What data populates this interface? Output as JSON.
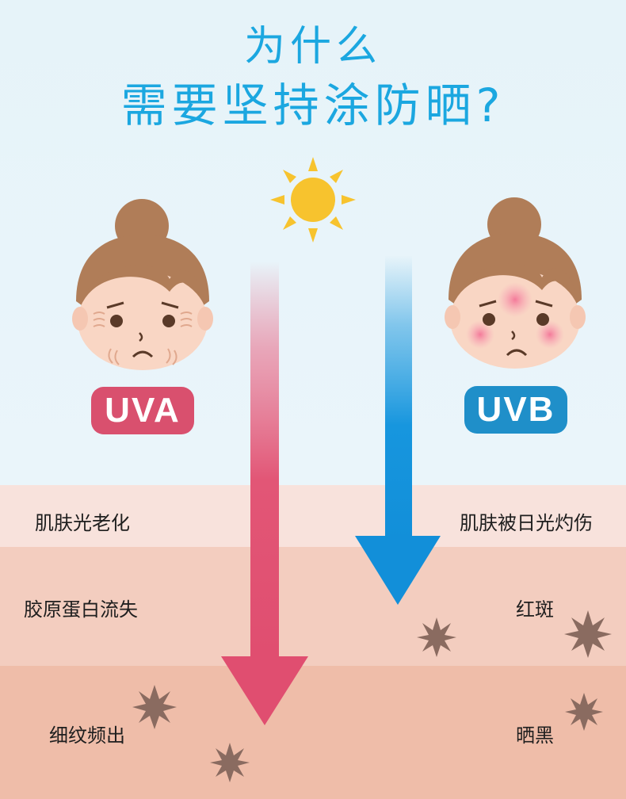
{
  "title": {
    "line1": "为什么",
    "line2": "需要坚持涂防晒?"
  },
  "uva": {
    "badge": "UVA",
    "color": "#d9506e",
    "effects": [
      "肌肤光老化",
      "胶原蛋白流失",
      "细纹频出"
    ]
  },
  "uvb": {
    "badge": "UVB",
    "color": "#1f8fc9",
    "effects": [
      "肌肤被日光灼伤",
      "红斑",
      "晒黑"
    ]
  },
  "colors": {
    "title": "#1ba7e0",
    "sun": "#f7c32e",
    "skin_layers": [
      "#f8e2dc",
      "#f3cdbf",
      "#efbda9"
    ],
    "spot": "#8a6b60"
  },
  "icons": [
    "sun-icon",
    "aging-face-icon",
    "sunburn-face-icon",
    "pigment-spot-icon"
  ]
}
